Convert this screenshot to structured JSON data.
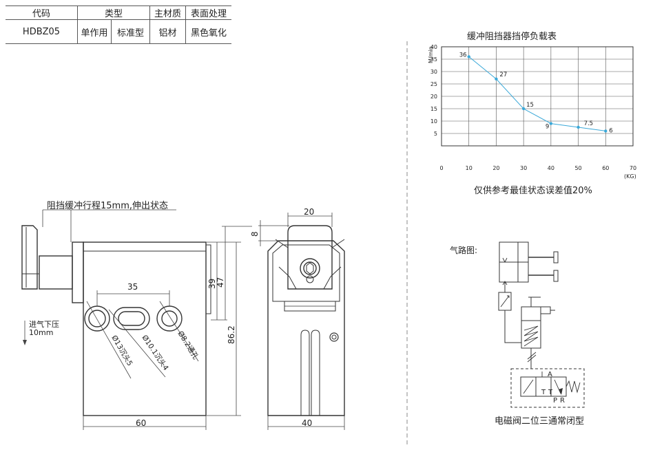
{
  "spec_table": {
    "headers": [
      "代码",
      "类型",
      "主材质",
      "表面处理"
    ],
    "row": {
      "code": "HDBZ05",
      "action": "单作用",
      "type": "标准型",
      "material": "铝材",
      "finish": "黑色氧化"
    }
  },
  "drawing": {
    "stroke_note": "阻挡缓冲行程15mm,伸出状态",
    "air_note_line1": "进气下压",
    "air_note_line2": "10mm",
    "dims": {
      "front_width": "60",
      "front_height": "86.2",
      "upper_height": "47",
      "upper_height_inner": "39",
      "slot_spacing": "35",
      "side_width": "40",
      "roller_width": "20",
      "roller_offset": "8"
    },
    "hole_notes": [
      "Ø13沉头5",
      "Ø10.1沉头4",
      "Ø8.2通孔"
    ]
  },
  "chart_data": {
    "type": "line",
    "title": "缓冲阻挡器挡停负载表",
    "xlabel": "(KG)",
    "ylabel": "M/min",
    "x": [
      10,
      20,
      30,
      40,
      50,
      60
    ],
    "values": [
      36,
      27,
      15,
      9,
      7.5,
      6
    ],
    "point_labels": [
      "36",
      "27",
      "15",
      "9",
      "7.5",
      "6"
    ],
    "xlim": [
      0,
      70
    ],
    "ylim": [
      0,
      40
    ],
    "x_ticks": [
      0,
      10,
      20,
      30,
      40,
      50,
      60,
      70
    ],
    "y_ticks": [
      5,
      10,
      15,
      20,
      25,
      30,
      35,
      40
    ],
    "grid": true,
    "note": "仅供参考最佳状态误差值20%",
    "line_color": "#3aa8d8"
  },
  "pneumatic": {
    "label": "气路图:",
    "caption": "电磁阀二位三通常闭型",
    "ports": {
      "a": "A",
      "p": "P",
      "r": "R",
      "t1": "T",
      "t2": "T"
    }
  }
}
